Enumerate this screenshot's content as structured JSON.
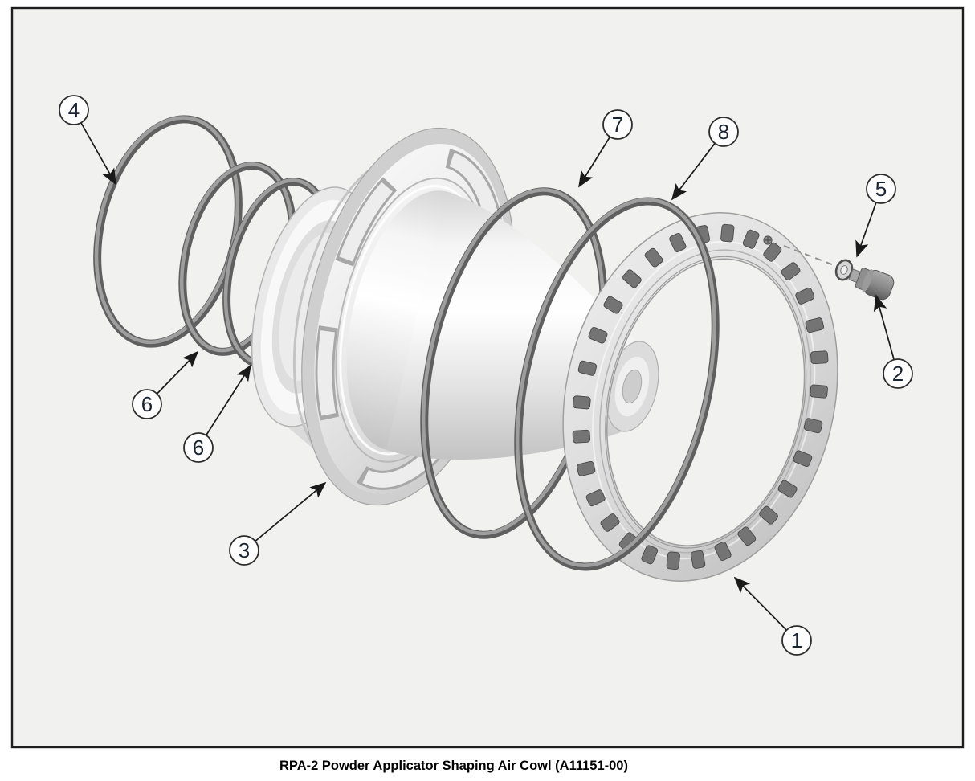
{
  "figure": {
    "caption": "RPA-2 Powder Applicator Shaping Air Cowl (A11151-00)",
    "canvas_color": "#f1f1f0",
    "frame_color": "#1f1f1f",
    "callout_text_color": "#1b2433",
    "oring_color": "#5f5f5f",
    "metal_color": "#d9d9d9",
    "stud_color": "#747474"
  },
  "callouts": [
    {
      "label": "1"
    },
    {
      "label": "2"
    },
    {
      "label": "3"
    },
    {
      "label": "4"
    },
    {
      "label": "5"
    },
    {
      "label": "6"
    },
    {
      "label": "6"
    },
    {
      "label": "7"
    },
    {
      "label": "8"
    }
  ],
  "hardware": {
    "bolt_count": 30,
    "flange_slot_count": 5
  }
}
